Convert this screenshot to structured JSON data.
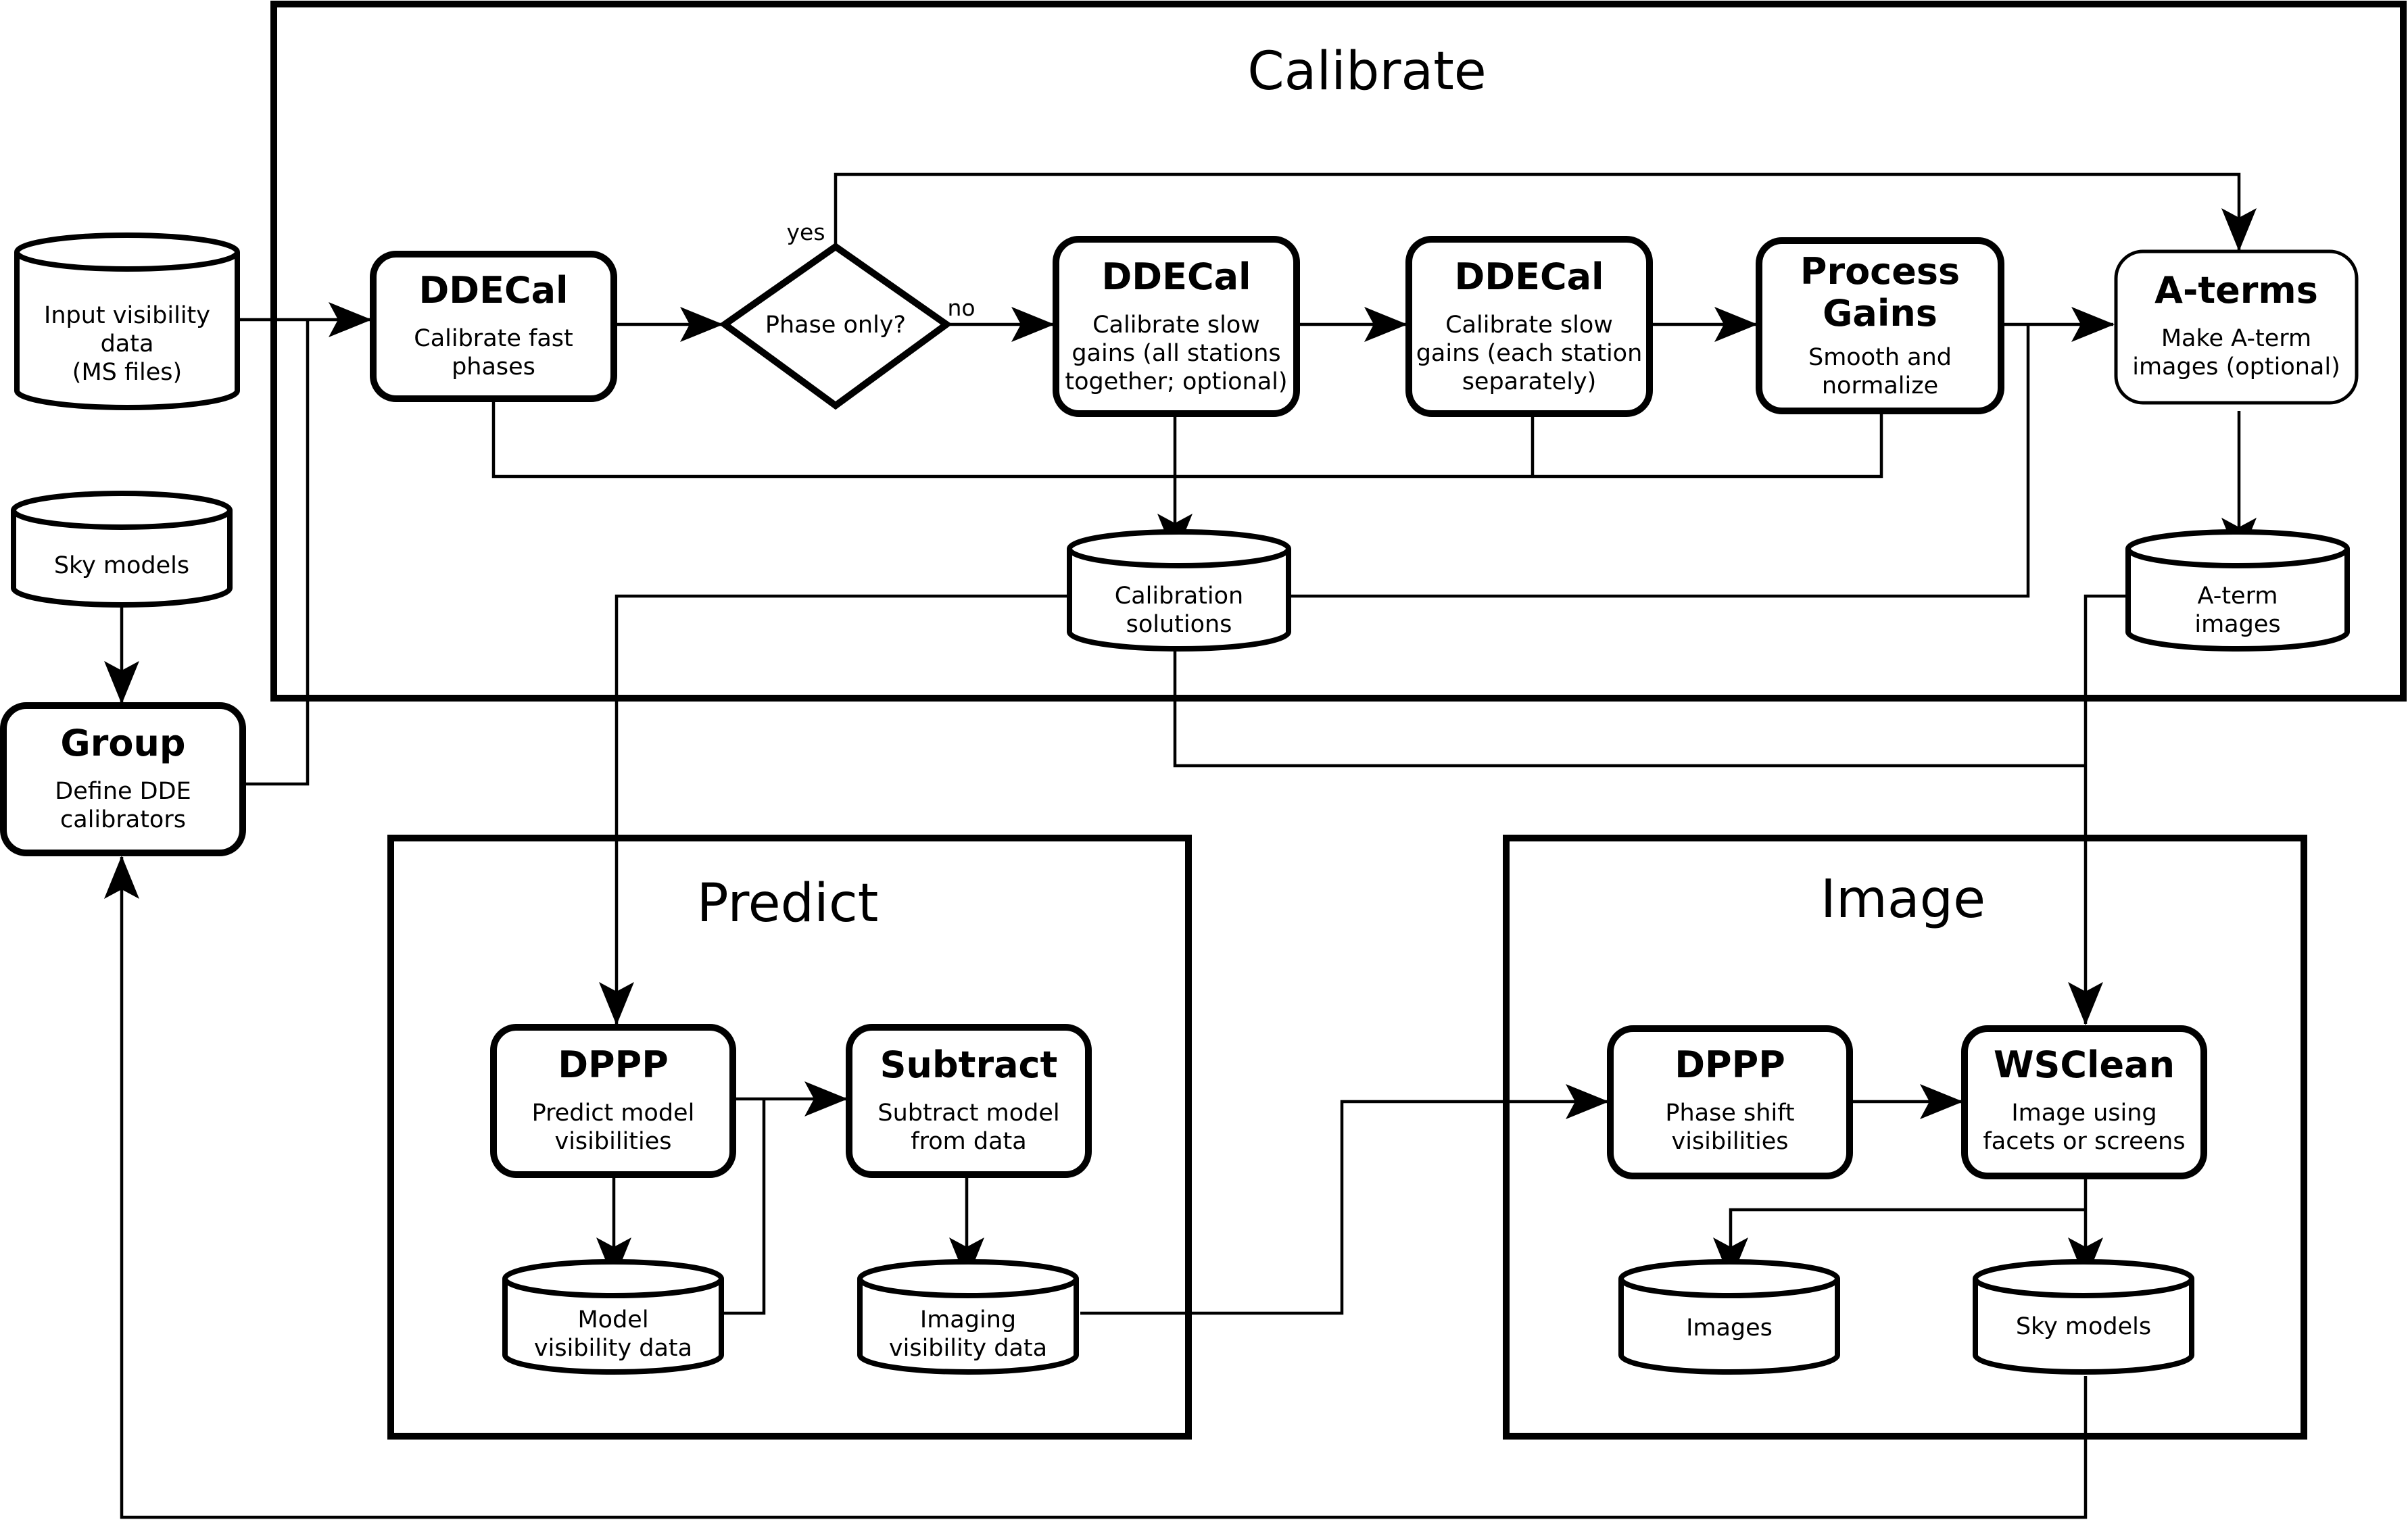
{
  "regions": {
    "calibrate": "Calibrate",
    "predict": "Predict",
    "image": "Image"
  },
  "nodes": {
    "ddecal_fast": {
      "title": "DDECal",
      "lines": [
        "Calibrate fast",
        "phases"
      ]
    },
    "phase_only": {
      "lines": [
        "Phase only?"
      ]
    },
    "ddecal_slow_all": {
      "title": "DDECal",
      "lines": [
        "Calibrate slow",
        "gains (all stations",
        "together; optional)"
      ]
    },
    "ddecal_slow_each": {
      "title": "DDECal",
      "lines": [
        "Calibrate slow",
        "gains (each station",
        "separately)"
      ]
    },
    "process_gains": {
      "title": "Process",
      "title2": "Gains",
      "lines": [
        "Smooth and",
        "normalize"
      ]
    },
    "aterms": {
      "title": "A-terms",
      "lines": [
        "Make A-term",
        "images (optional)"
      ]
    },
    "group": {
      "title": "Group",
      "lines": [
        "Define DDE",
        "calibrators"
      ]
    },
    "dppp_predict": {
      "title": "DPPP",
      "lines": [
        "Predict model",
        "visibilities"
      ]
    },
    "subtract": {
      "title": "Subtract",
      "lines": [
        "Subtract model",
        "from data"
      ]
    },
    "dppp_shift": {
      "title": "DPPP",
      "lines": [
        "Phase shift",
        "visibilities"
      ]
    },
    "wsclean": {
      "title": "WSClean",
      "lines": [
        "Image using",
        "facets or screens"
      ]
    }
  },
  "stores": {
    "input_vis": {
      "lines": [
        "Input visibility",
        "data",
        "(MS files)"
      ]
    },
    "sky_models_in": {
      "lines": [
        "Sky models"
      ]
    },
    "cal_solutions": {
      "lines": [
        "Calibration",
        "solutions"
      ]
    },
    "aterm_images": {
      "lines": [
        "A-term",
        "images"
      ]
    },
    "model_vis": {
      "lines": [
        "Model",
        "visibility data"
      ]
    },
    "imaging_vis": {
      "lines": [
        "Imaging",
        "visibility data"
      ]
    },
    "images_out": {
      "lines": [
        "Images"
      ]
    },
    "sky_models_out": {
      "lines": [
        "Sky models"
      ]
    }
  },
  "edge_labels": {
    "yes": "yes",
    "no": "no"
  }
}
